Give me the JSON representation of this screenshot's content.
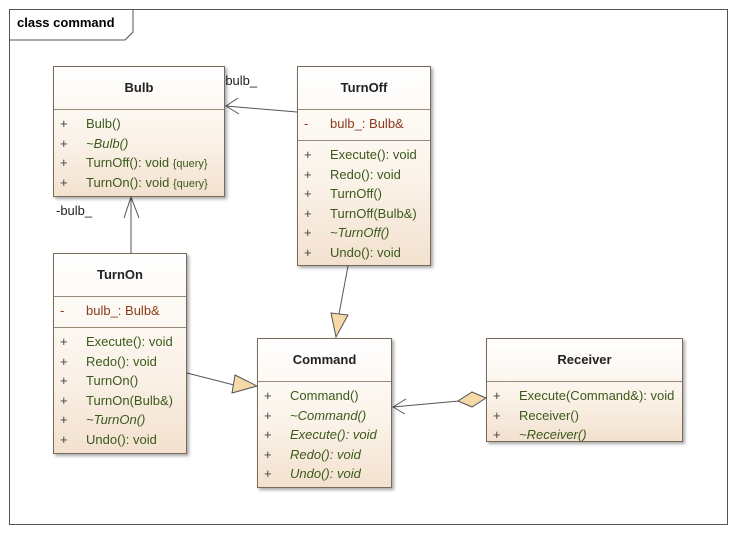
{
  "frame": {
    "label": "class command"
  },
  "classes": {
    "bulb": {
      "name": "Bulb",
      "operations": [
        {
          "vis": "+",
          "text": "Bulb()",
          "italic": false
        },
        {
          "vis": "+",
          "text": "~Bulb()",
          "italic": true
        },
        {
          "vis": "+",
          "text": "TurnOff(): void",
          "tag": "{query}",
          "italic": false
        },
        {
          "vis": "+",
          "text": "TurnOn(): void",
          "tag": "{query}",
          "italic": false
        }
      ]
    },
    "turnoff": {
      "name": "TurnOff",
      "attributes": [
        {
          "vis": "-",
          "text": "bulb_: Bulb&"
        }
      ],
      "operations": [
        {
          "vis": "+",
          "text": "Execute(): void",
          "italic": false
        },
        {
          "vis": "+",
          "text": "Redo(): void",
          "italic": false
        },
        {
          "vis": "+",
          "text": "TurnOff()",
          "italic": false
        },
        {
          "vis": "+",
          "text": "TurnOff(Bulb&)",
          "italic": false
        },
        {
          "vis": "+",
          "text": "~TurnOff()",
          "italic": true
        },
        {
          "vis": "+",
          "text": "Undo(): void",
          "italic": false
        }
      ]
    },
    "turnon": {
      "name": "TurnOn",
      "attributes": [
        {
          "vis": "-",
          "text": "bulb_: Bulb&"
        }
      ],
      "operations": [
        {
          "vis": "+",
          "text": "Execute(): void",
          "italic": false
        },
        {
          "vis": "+",
          "text": "Redo(): void",
          "italic": false
        },
        {
          "vis": "+",
          "text": "TurnOn()",
          "italic": false
        },
        {
          "vis": "+",
          "text": "TurnOn(Bulb&)",
          "italic": false
        },
        {
          "vis": "+",
          "text": "~TurnOn()",
          "italic": true
        },
        {
          "vis": "+",
          "text": "Undo(): void",
          "italic": false
        }
      ]
    },
    "command": {
      "name": "Command",
      "operations": [
        {
          "vis": "+",
          "text": "Command()",
          "italic": false
        },
        {
          "vis": "+",
          "text": "~Command()",
          "italic": true
        },
        {
          "vis": "+",
          "text": "Execute(): void",
          "italic": true
        },
        {
          "vis": "+",
          "text": "Redo(): void",
          "italic": true
        },
        {
          "vis": "+",
          "text": "Undo(): void",
          "italic": true
        }
      ]
    },
    "receiver": {
      "name": "Receiver",
      "operations": [
        {
          "vis": "+",
          "text": "Execute(Command&): void",
          "italic": false
        },
        {
          "vis": "+",
          "text": "Receiver()",
          "italic": false
        },
        {
          "vis": "+",
          "text": "~Receiver()",
          "italic": true
        }
      ]
    }
  },
  "edge_labels": {
    "turnoff_bulb": "-bulb_",
    "turnon_bulb": "-bulb_"
  },
  "colors": {
    "operation_text": "#3a5a1a",
    "attribute_text": "#8b3a1a",
    "generalization_fill": "#f5d9a8"
  }
}
